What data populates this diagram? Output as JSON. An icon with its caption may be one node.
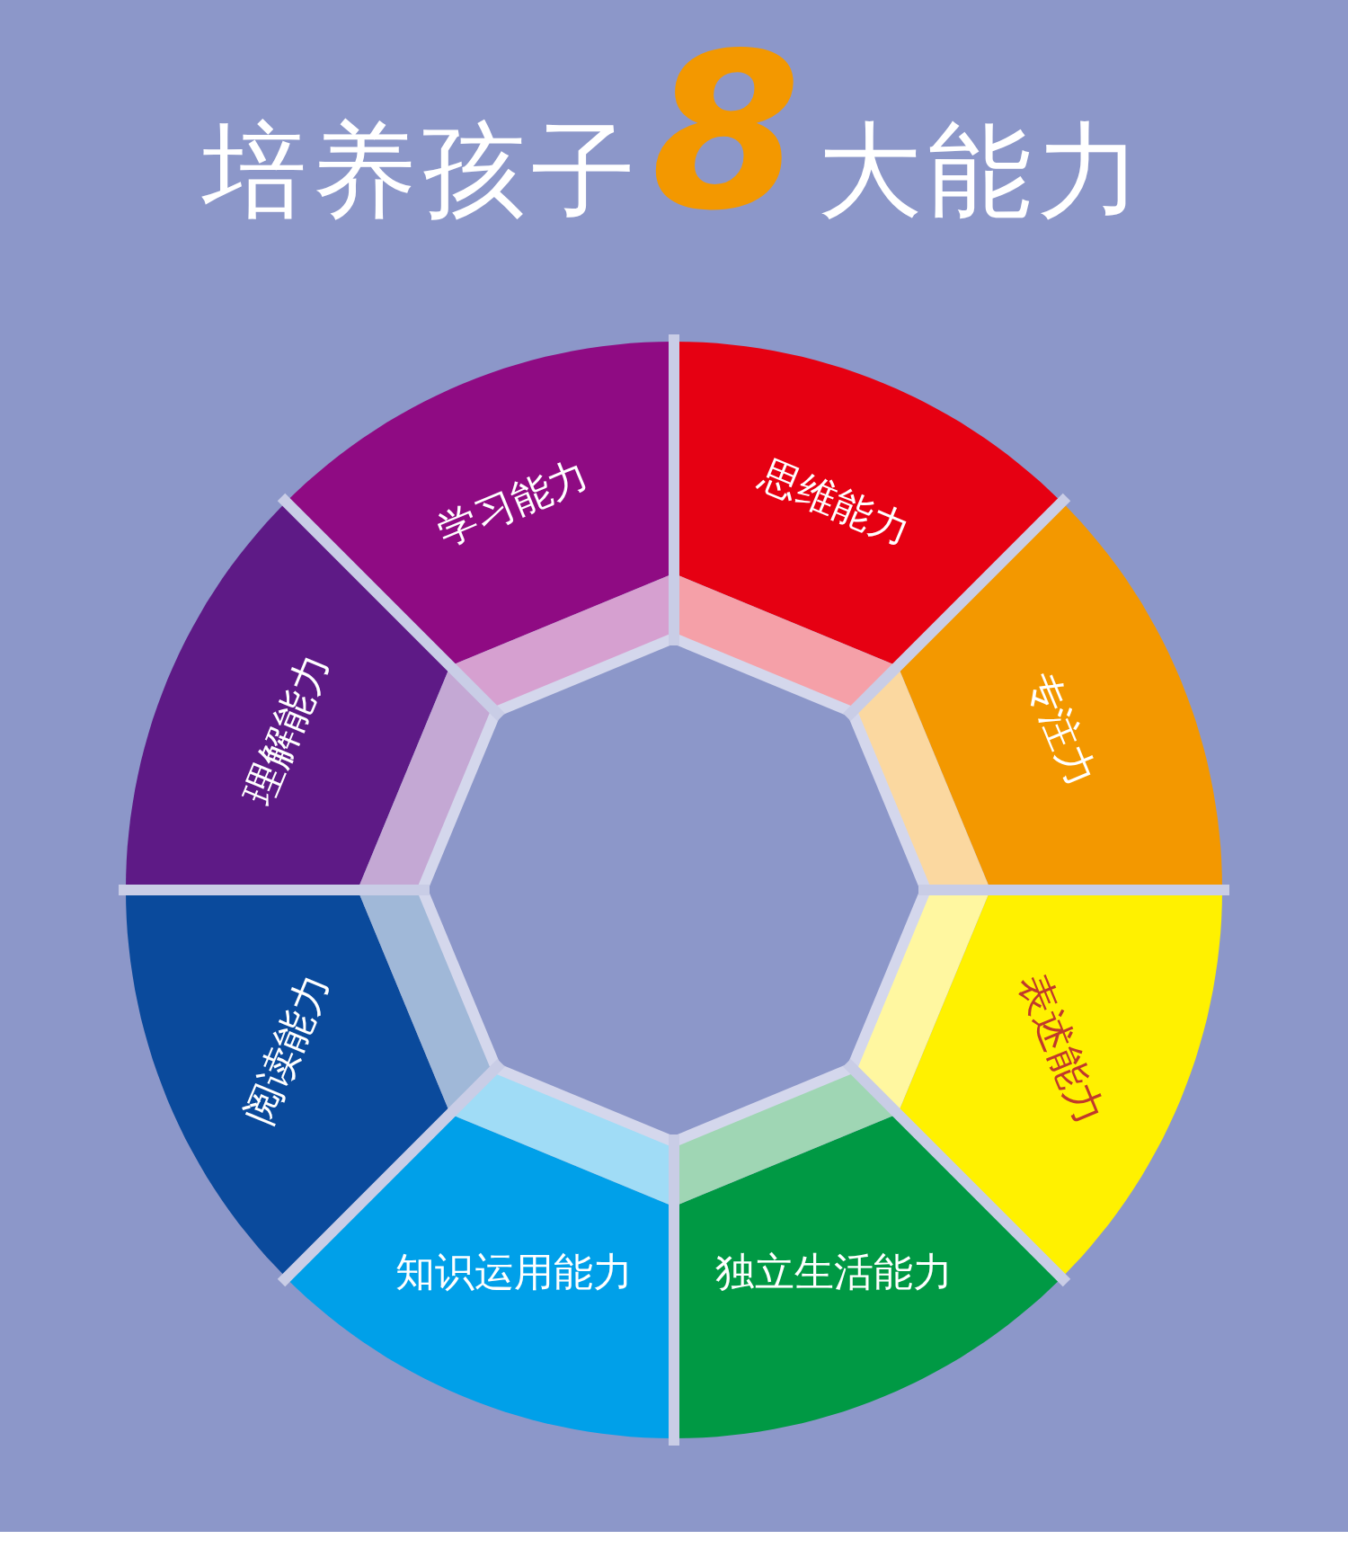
{
  "diagram": {
    "title": "培养孩子8大能力",
    "nodes": [
      {
        "text": [
          "学习能力"
        ]
      },
      {
        "text": [
          "思维能力"
        ]
      },
      {
        "text": [
          "专注力"
        ]
      },
      {
        "text": [
          "表述能力"
        ]
      },
      {
        "text": [
          "独立生活能力"
        ]
      },
      {
        "text": [
          "知识运用能力"
        ]
      },
      {
        "text": [
          "阅读能力"
        ]
      },
      {
        "text": [
          "理解能力"
        ]
      }
    ]
  }
}
